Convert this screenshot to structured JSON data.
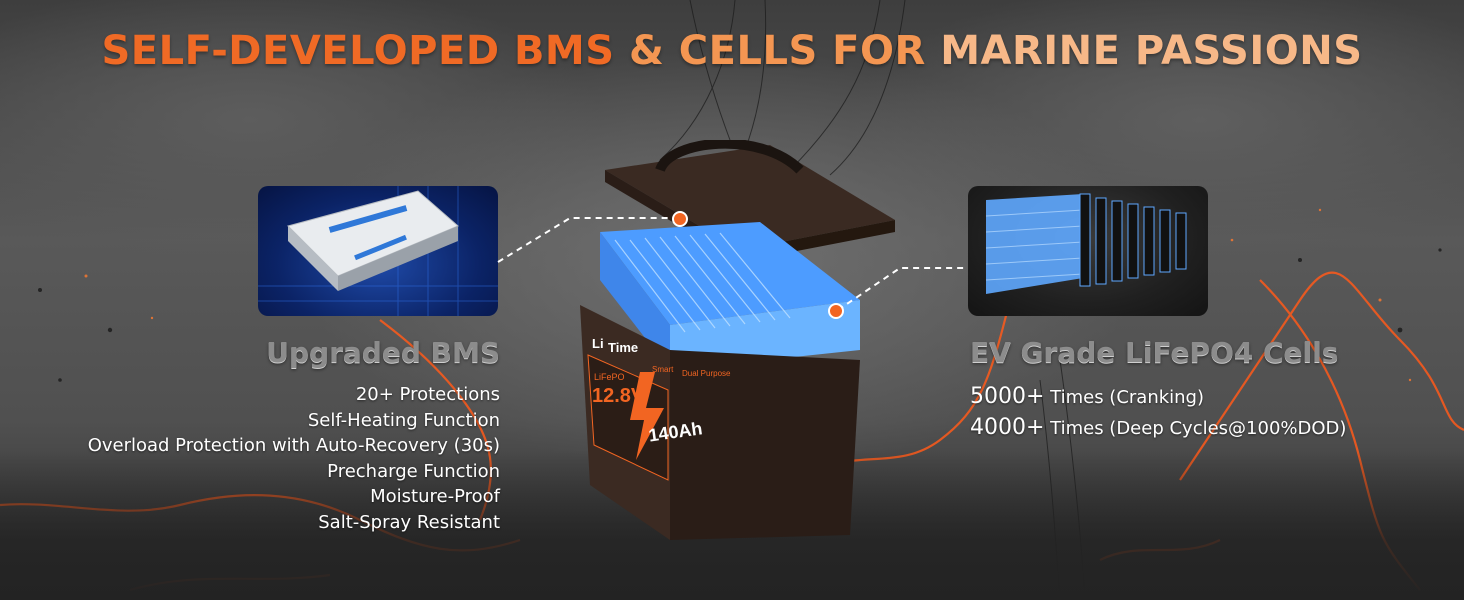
{
  "banner": {
    "title_part1": "SELF-DEVELOPED BMS",
    "title_part2": " & CELLS FOR",
    "title_part3": " MARINE PASSIONS"
  },
  "bms": {
    "heading": "Upgraded BMS",
    "features": [
      "20+ Protections",
      "Self-Heating Function",
      "Overload Protection with Auto-Recovery (30s)",
      "Precharge Function",
      "Moisture-Proof",
      "Salt-Spray Resistant"
    ]
  },
  "cells": {
    "heading": "EV Grade LiFePO4 Cells",
    "cycles": [
      {
        "count": "5000+",
        "label": " Times (Cranking)"
      },
      {
        "count": "4000+",
        "label": " Times (Deep Cycles@100%DOD)"
      }
    ]
  },
  "battery_label": {
    "brand_left": "Li",
    "brand_right": "Time",
    "chemistry": "LiFePO",
    "voltage": "12.8V",
    "capacity": "140Ah",
    "feature_tag_1": "Smart",
    "feature_tag_2": "Dual Purpose"
  },
  "colors": {
    "accent_orange": "#f06a25",
    "battery_body": "#3b2a22",
    "cell_blue": "#5fa8ff",
    "bms_panel_blue": "#0b2366"
  }
}
